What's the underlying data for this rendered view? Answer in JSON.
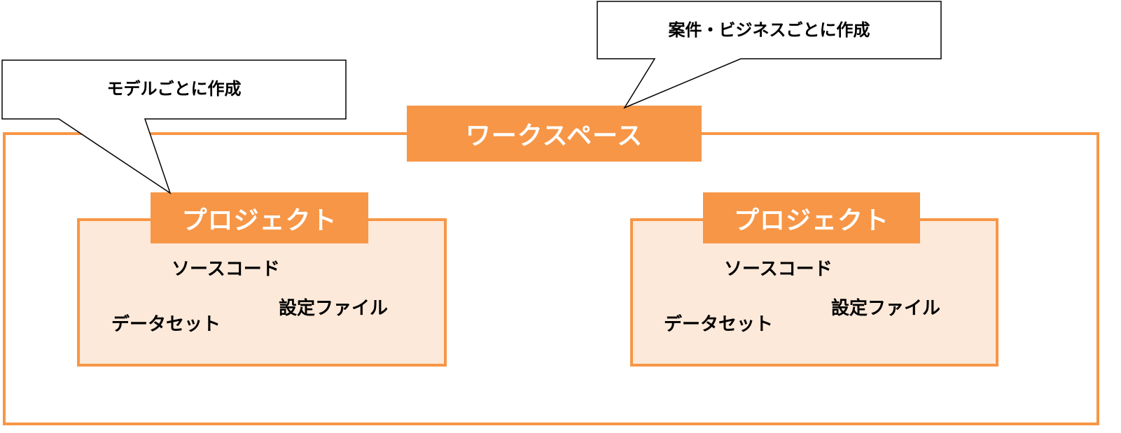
{
  "workspace": {
    "label": "ワークスペース"
  },
  "projects": [
    {
      "label": "プロジェクト",
      "items": {
        "source_code": "ソースコード",
        "config_file": "設定ファイル",
        "dataset": "データセット"
      }
    },
    {
      "label": "プロジェクト",
      "items": {
        "source_code": "ソースコード",
        "config_file": "設定ファイル",
        "dataset": "データセット"
      }
    }
  ],
  "callouts": {
    "workspace_note": "案件・ビジネスごとに作成",
    "project_note": "モデルごとに作成"
  },
  "colors": {
    "accent": "#f79646",
    "project_fill": "#fde9d9",
    "outline": "#000000"
  }
}
